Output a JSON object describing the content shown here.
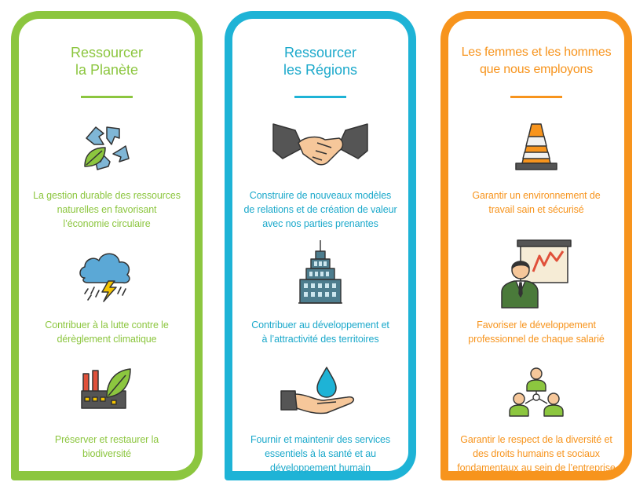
{
  "columns": [
    {
      "title_lines": [
        "Ressourcer",
        "la Planète"
      ],
      "color": "#8cc63f",
      "items": [
        {
          "icon": "recycle-leaf-icon",
          "lines": [
            "La gestion durable des ressources",
            "naturelles en favorisant",
            "l’économie circulaire"
          ]
        },
        {
          "icon": "storm-cloud-icon",
          "lines": [
            "Contribuer à la lutte contre le",
            "dérèglement climatique"
          ]
        },
        {
          "icon": "factory-leaf-icon",
          "lines": [
            "Préserver et restaurer la",
            "biodiversité"
          ]
        }
      ]
    },
    {
      "title_lines": [
        "Ressourcer",
        "les Régions"
      ],
      "color": "#1eb3d6",
      "items": [
        {
          "icon": "handshake-icon",
          "lines": [
            "Construire de nouveaux modèles",
            "de relations et de création de valeur",
            "avec nos parties prenantes"
          ]
        },
        {
          "icon": "skyscraper-icon",
          "lines": [
            "Contribuer au développement et",
            "à l’attractivité des territoires"
          ]
        },
        {
          "icon": "water-drop-hand-icon",
          "lines": [
            "Fournir et maintenir des services",
            "essentiels à la santé et au",
            "développement humain"
          ]
        }
      ]
    },
    {
      "title_lines": [
        "Les femmes et les hommes",
        "que nous employons"
      ],
      "color": "#f7941d",
      "items": [
        {
          "icon": "traffic-cone-icon",
          "lines": [
            "Garantir un environnement de",
            "travail sain et sécurisé"
          ]
        },
        {
          "icon": "presenter-chart-icon",
          "lines": [
            "Favoriser le développement",
            "professionnel de chaque salarié"
          ]
        },
        {
          "icon": "people-network-icon",
          "lines": [
            "Garantir le respect de la diversité et",
            "des droits humains et sociaux",
            "fondamentaux au sein de l’entreprise"
          ]
        }
      ]
    }
  ]
}
